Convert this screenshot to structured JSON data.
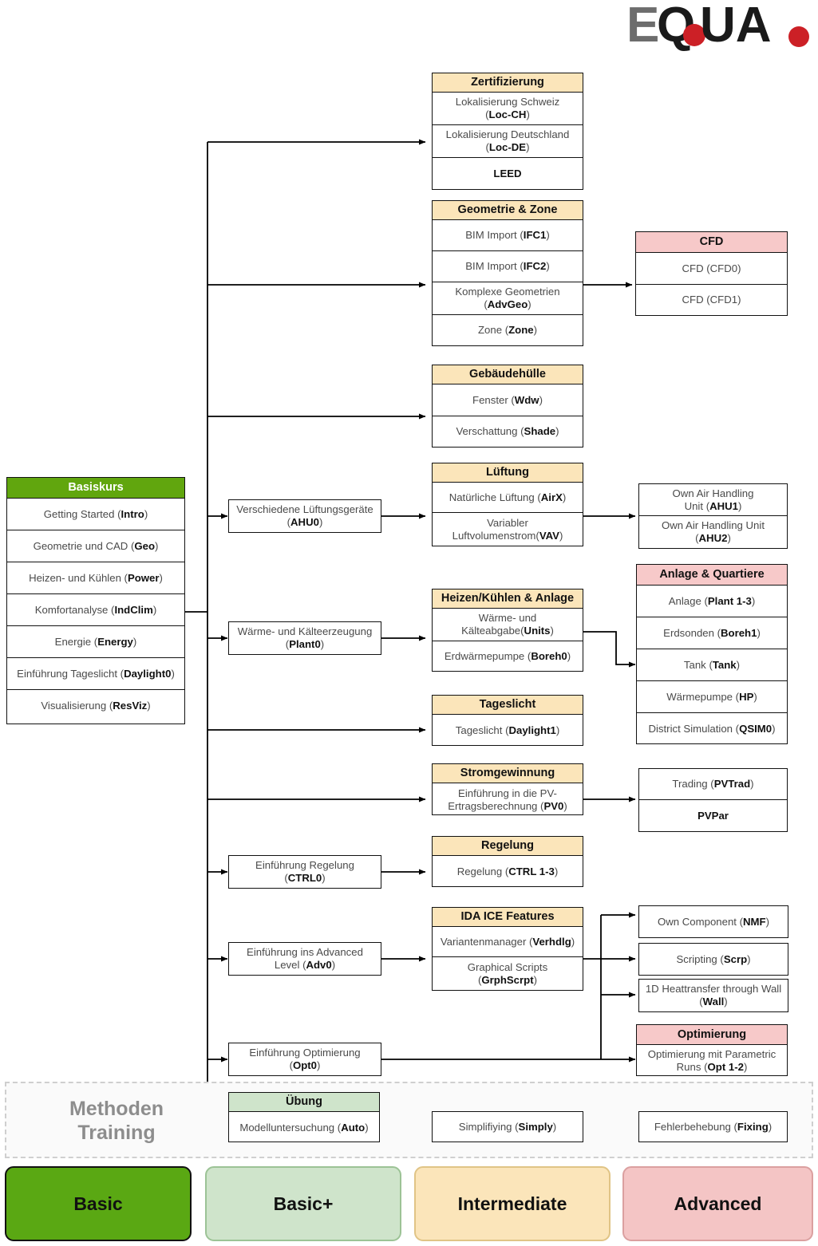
{
  "logo": {
    "text": "EQUA.",
    "gray": "#6d6d6d",
    "black": "#1a1a1a",
    "red": "#cc2026"
  },
  "colors": {
    "basic": "#5aa813",
    "basic_plus": "#cfe4cb",
    "intermediate": "#fbe5ba",
    "advanced": "#f4c5c5"
  },
  "basiskurs": {
    "title": "Basiskurs",
    "items": [
      {
        "text": "Getting Started (",
        "code": "Intro",
        "tail": ")"
      },
      {
        "text": "Geometrie und CAD (",
        "code": "Geo",
        "tail": ")"
      },
      {
        "text": "Heizen- und Kühlen (",
        "code": "Power",
        "tail": ")"
      },
      {
        "text": "Komfortanalyse (",
        "code": "IndClim",
        "tail": ")"
      },
      {
        "text": "Energie (",
        "code": "Energy",
        "tail": ")"
      },
      {
        "text": "Einführung Tageslicht (",
        "code": "Daylight0",
        "tail": ")"
      },
      {
        "text": "Visualisierung (",
        "code": "ResViz",
        "tail": ")"
      }
    ]
  },
  "groups": {
    "zertifizierung": {
      "title": "Zertifizierung",
      "level": "intermediate",
      "items": [
        {
          "text": "Lokalisierung Schweiz\n(",
          "code": "Loc-CH",
          "tail": ")"
        },
        {
          "text": "Lokalisierung Deutschland\n(",
          "code": "Loc-DE",
          "tail": ")"
        },
        {
          "text": "",
          "code": "LEED",
          "tail": ""
        }
      ]
    },
    "geometrie_zone": {
      "title": "Geometrie & Zone",
      "level": "intermediate",
      "items": [
        {
          "text": "BIM Import (",
          "code": "IFC1",
          "tail": ")"
        },
        {
          "text": "BIM Import (",
          "code": "IFC2",
          "tail": ")"
        },
        {
          "text": "Komplexe Geometrien\n(",
          "code": "AdvGeo",
          "tail": ")"
        },
        {
          "text": "Zone (",
          "code": "Zone",
          "tail": ")"
        }
      ]
    },
    "cfd": {
      "title": "CFD",
      "level": "advanced",
      "items": [
        {
          "text": "CFD (CFD0)",
          "code": "",
          "tail": ""
        },
        {
          "text": "CFD (CFD1)",
          "code": "",
          "tail": ""
        }
      ]
    },
    "gebaeudehuelle": {
      "title": "Gebäudehülle",
      "level": "intermediate",
      "items": [
        {
          "text": "Fenster (",
          "code": "Wdw",
          "tail": ")"
        },
        {
          "text": "Verschattung (",
          "code": "Shade",
          "tail": ")"
        }
      ]
    },
    "lueftung": {
      "title": "Lüftung",
      "level": "intermediate",
      "items": [
        {
          "text": "Natürliche Lüftung (",
          "code": "AirX",
          "tail": ")"
        },
        {
          "text": "Variabler\nLuftvolumenstrom(",
          "code": "VAV",
          "tail": ")"
        }
      ]
    },
    "heizen_anlage": {
      "title": "Heizen/Kühlen & Anlage",
      "level": "intermediate",
      "items": [
        {
          "text": "Wärme- und\nKälteabgabe(",
          "code": "Units",
          "tail": ")"
        },
        {
          "text": "Erdwärmepumpe (",
          "code": "Boreh0",
          "tail": ")"
        }
      ]
    },
    "anlage_quartiere": {
      "title": "Anlage & Quartiere",
      "level": "advanced",
      "items": [
        {
          "text": "Anlage (",
          "code": "Plant 1-3",
          "tail": ")"
        },
        {
          "text": "Erdsonden (",
          "code": "Boreh1",
          "tail": ")"
        },
        {
          "text": "Tank (",
          "code": "Tank",
          "tail": ")"
        },
        {
          "text": "Wärmepumpe (",
          "code": "HP",
          "tail": ")"
        },
        {
          "text": "District Simulation (",
          "code": "QSIM0",
          "tail": ")"
        }
      ]
    },
    "tageslicht": {
      "title": "Tageslicht",
      "level": "intermediate",
      "items": [
        {
          "text": "Tageslicht (",
          "code": "Daylight1",
          "tail": ")"
        }
      ]
    },
    "stromgewinnung": {
      "title": "Stromgewinnung",
      "level": "intermediate",
      "items": [
        {
          "text": "Einführung in die PV-\nErtragsberechnung (",
          "code": "PV0",
          "tail": ")"
        }
      ]
    },
    "regelung": {
      "title": "Regelung",
      "level": "intermediate",
      "items": [
        {
          "text": "Regelung (",
          "code": "CTRL 1-3",
          "tail": ")"
        }
      ]
    },
    "ida_ice_features": {
      "title": "IDA ICE Features",
      "level": "intermediate",
      "items": [
        {
          "text": "Variantenmanager (",
          "code": "Verhdlg",
          "tail": ")"
        },
        {
          "text": "Graphical Scripts\n(",
          "code": "GrphScrpt",
          "tail": ")"
        }
      ]
    },
    "optimierung": {
      "title": "Optimierung",
      "level": "advanced",
      "items": [
        {
          "text": "Optimierung mit Parametric\nRuns (",
          "code": "Opt 1-2",
          "tail": ")"
        }
      ]
    },
    "uebung": {
      "title": "Übung",
      "level": "basic_plus",
      "items": [
        {
          "text": "Modelluntersuchung (",
          "code": "Auto",
          "tail": ")"
        }
      ]
    }
  },
  "standalone": {
    "ahu0": {
      "text": "Verschiedene Lüftungsgeräte\n(",
      "code": "AHU0",
      "tail": ")"
    },
    "ahu1": {
      "text": "Own Air Handling\nUnit (",
      "code": "AHU1",
      "tail": ")"
    },
    "ahu2": {
      "text": "Own Air Handling Unit\n(",
      "code": "AHU2",
      "tail": ")"
    },
    "plant0": {
      "text": "Wärme- und Kälteerzeugung\n(",
      "code": "Plant0",
      "tail": ")"
    },
    "pvtrad": {
      "text": "Trading (",
      "code": "PVTrad",
      "tail": ")"
    },
    "pvpar": {
      "text": "",
      "code": "PVPar",
      "tail": ""
    },
    "ctrl0": {
      "text": "Einführung Regelung\n(",
      "code": "CTRL0",
      "tail": ")"
    },
    "adv0": {
      "text": "Einführung ins Advanced\nLevel (",
      "code": "Adv0",
      "tail": ")"
    },
    "nmf": {
      "text": "Own Component (",
      "code": "NMF",
      "tail": ")"
    },
    "scrp": {
      "text": "Scripting (",
      "code": "Scrp",
      "tail": ")"
    },
    "wall": {
      "text": "1D Heattransfer through Wall\n(",
      "code": "Wall",
      "tail": ")"
    },
    "opt0": {
      "text": "Einführung Optimierung\n(",
      "code": "Opt0",
      "tail": ")"
    },
    "simply": {
      "text": "Simplifiying (",
      "code": "Simply",
      "tail": ")"
    },
    "fixing": {
      "text": "Fehlerbehebung (",
      "code": "Fixing",
      "tail": ")"
    }
  },
  "methoden_training": {
    "line1": "Methoden",
    "line2": "Training"
  },
  "legend": [
    {
      "label": "Basic",
      "color": "#5aa813"
    },
    {
      "label": "Basic+",
      "color": "#cfe4cb"
    },
    {
      "label": "Intermediate",
      "color": "#fbe5ba"
    },
    {
      "label": "Advanced",
      "color": "#f4c5c5"
    }
  ]
}
